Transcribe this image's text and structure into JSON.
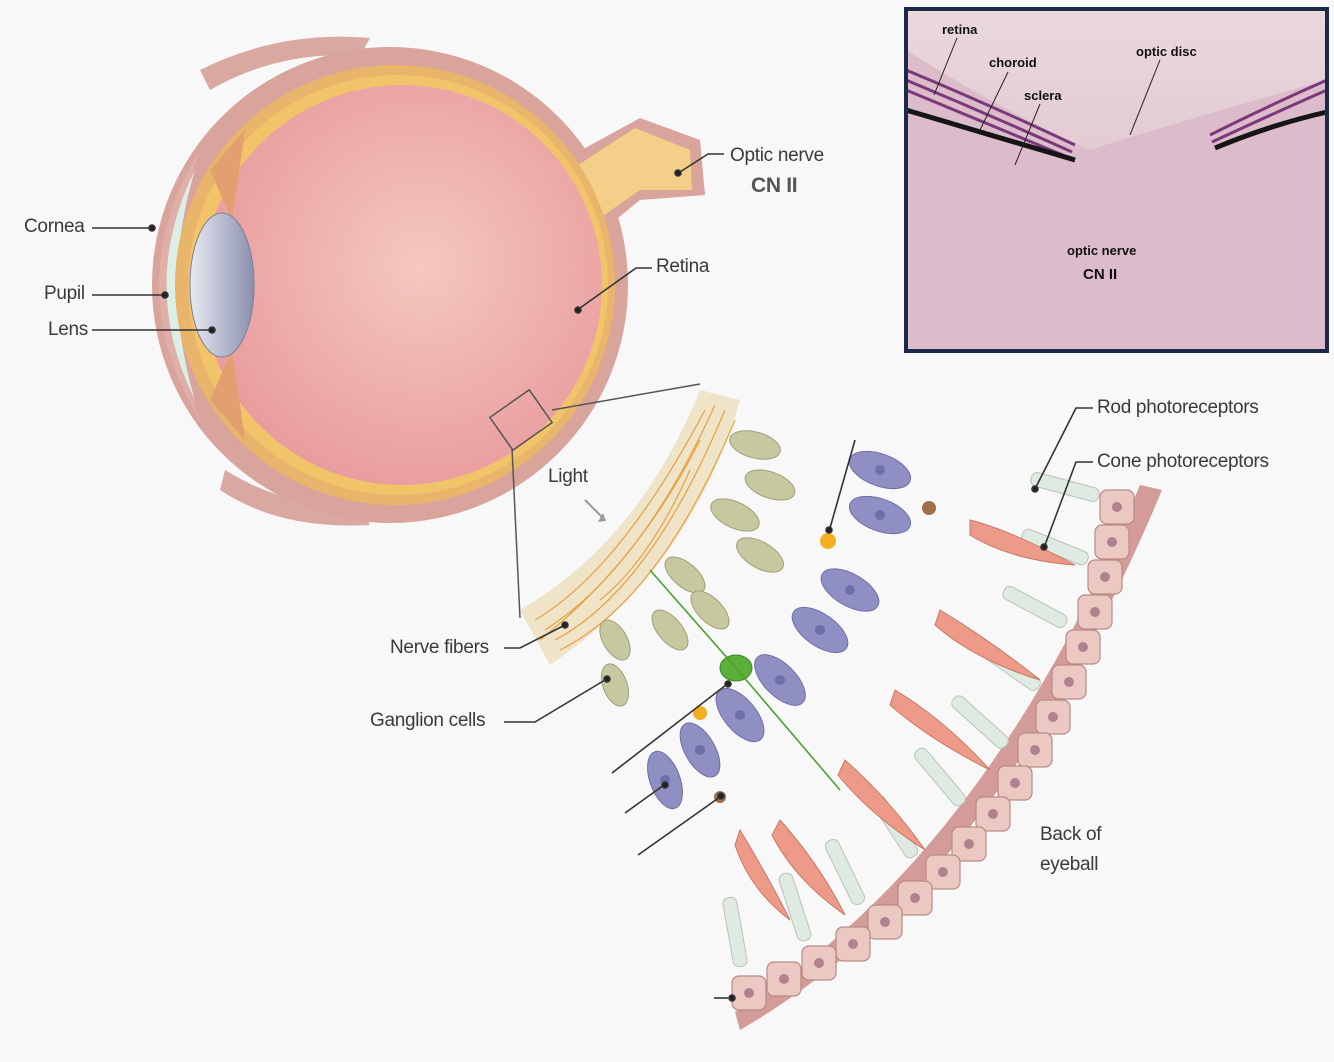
{
  "eye": {
    "cornea": "Cornea",
    "pupil": "Pupil",
    "lens": "Lens",
    "optic_nerve": "Optic nerve",
    "optic_nerve_cn": "CN II",
    "retina": "Retina"
  },
  "retina_detail": {
    "light": "Light",
    "nerve_fibers": "Nerve fibers",
    "ganglion_cells": "Ganglion cells",
    "rod_photoreceptors": "Rod photoreceptors",
    "cone_photoreceptors": "Cone photoreceptors",
    "back_of_eyeball_line1": "Back of",
    "back_of_eyeball_line2": "eyeball"
  },
  "inset": {
    "retina": "retina",
    "choroid": "choroid",
    "sclera": "sclera",
    "optic_disc": "optic disc",
    "optic_nerve": "optic nerve",
    "cn": "CN II",
    "border_color": "#1c2a4a"
  },
  "colors": {
    "eyeball": "#eea8a8",
    "sclera": "#d9a49c",
    "retina_layer": "#f2c46a",
    "lens": "#aab0c8",
    "ganglion": "#5bb03a",
    "bipolar": "#8f8fc4",
    "rod": "#d9e8dc",
    "cone": "#ee9a88",
    "epithelium": "#e8c5c0"
  }
}
